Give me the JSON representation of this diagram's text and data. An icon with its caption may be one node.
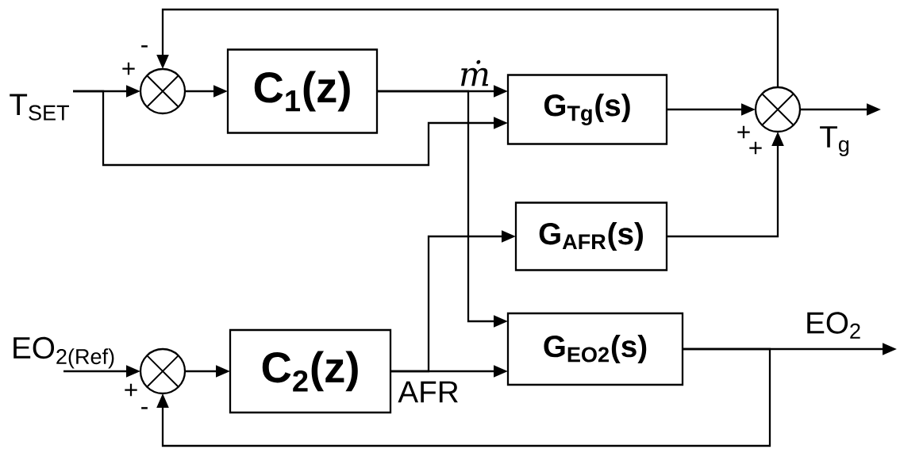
{
  "diagram": {
    "nodes": [
      {
        "text": [
          "T$_{SET}$"
        ]
      },
      {
        "text": [],
        "shape": "circle"
      },
      {
        "text": [
          "C$_{1}$(z)"
        ]
      },
      {
        "text": [
          "G$_{Tg}$(s)"
        ]
      },
      {
        "text": [],
        "shape": "circle"
      },
      {
        "text": [
          "G$_{AFR}$(s)"
        ]
      },
      {
        "text": [
          "EO$_{2(Ref)}$"
        ]
      },
      {
        "text": [],
        "shape": "circle"
      },
      {
        "text": [
          "C$_{2}$(z)"
        ]
      },
      {
        "text": [
          "G$_{EO2}$(s)"
        ]
      }
    ],
    "edges": [
      {
        "from": 0,
        "to": 1,
        "arrow": "to"
      },
      {
        "from": 0,
        "to": 3,
        "arrow": "to"
      },
      {
        "from": 1,
        "to": 2,
        "arrow": "to"
      },
      {
        "from": 2,
        "to": 3,
        "arrow": "to",
        "label": "ṁ"
      },
      {
        "from": 2,
        "to": 9,
        "arrow": "to"
      },
      {
        "from": 3,
        "to": 4,
        "arrow": "to"
      },
      {
        "from": 5,
        "to": 4,
        "arrow": "to"
      },
      {
        "from": 4,
        "to": 1,
        "arrow": "to"
      },
      {
        "from": 4,
        "to": null,
        "arrow": "to",
        "label": "T$_{g}$"
      },
      {
        "from": 6,
        "to": 7,
        "arrow": "to"
      },
      {
        "from": 7,
        "to": 8,
        "arrow": "to"
      },
      {
        "from": 8,
        "to": 9,
        "arrow": "to",
        "label": "AFR"
      },
      {
        "from": 8,
        "to": 5,
        "arrow": "to"
      },
      {
        "from": 9,
        "to": null,
        "arrow": "to",
        "label": "EO$_{2}$"
      },
      {
        "from": 9,
        "to": 7,
        "arrow": "to"
      }
    ],
    "labels": [
      "-",
      "+",
      "+",
      "+",
      "+",
      "-"
    ]
  }
}
